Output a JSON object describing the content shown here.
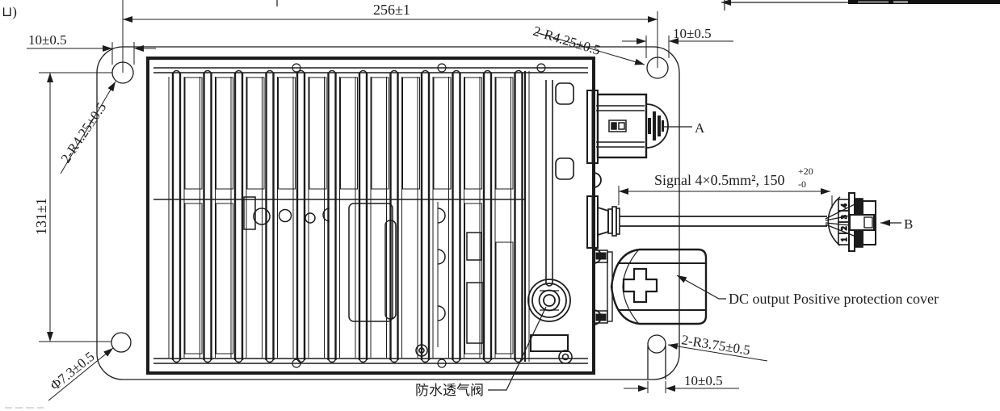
{
  "drawing_labels": {
    "dim_width": "256±1",
    "dim_height": "131±1",
    "dim_offset_top_left": "10±0.5",
    "dim_offset_top_right": "10±0.5",
    "dim_offset_bottom_right": "10±0.5",
    "radius_top_right": "2-R4.25±0.5",
    "radius_left": "2-R4.25±0.5",
    "radius_bottom_right": "2-R3.75±0.5",
    "hole_diameter": "Φ7.3±0.5",
    "signal_cable": "Signal 4×0.5mm², 150",
    "signal_tol_upper": "+20",
    "signal_tol_lower": "-0",
    "label_a": "A",
    "label_b": "B",
    "dc_cover": "DC output Positive protection cover",
    "vent_valve": "防水透气阀",
    "corner_fragment": "⊔)"
  },
  "connector_b": {
    "pins": [
      "4",
      "3",
      "2",
      "1"
    ]
  },
  "colors": {
    "line": "#1c1c1c",
    "background": "#ffffff"
  }
}
